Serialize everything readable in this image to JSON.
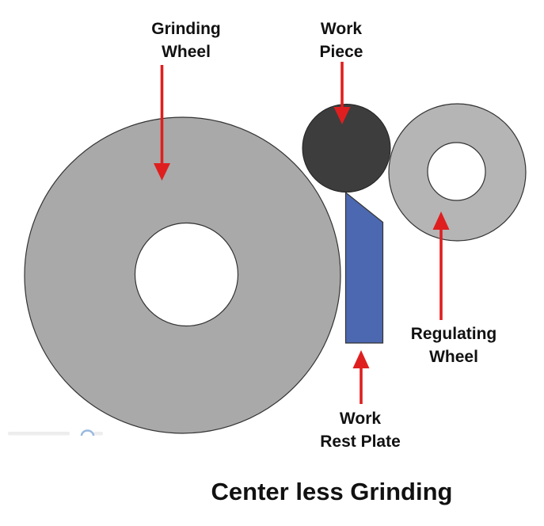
{
  "title": "Center less Grinding",
  "labels": {
    "grinding_wheel": {
      "line1": "Grinding",
      "line2": "Wheel"
    },
    "work_piece": {
      "line1": "Work",
      "line2": "Piece"
    },
    "regulating_wheel": {
      "line1": "Regulating",
      "line2": "Wheel"
    },
    "work_rest_plate": {
      "line1": "Work",
      "line2": "Rest Plate"
    }
  },
  "diagram": {
    "type": "labeled-diagram",
    "parts": [
      "Grinding Wheel",
      "Work Piece",
      "Regulating Wheel",
      "Work Rest Plate"
    ]
  },
  "colors": {
    "grinding_wheel_fill": "#a9a9a9",
    "regulating_wheel_fill": "#b5b5b5",
    "wheel_bore_fill": "#ffffff",
    "work_piece_fill": "#3d3d3d",
    "work_rest_plate_fill": "#4c68b0",
    "arrow_red": "#df1f1f",
    "outline": "#333333",
    "text_color": "#111111"
  }
}
